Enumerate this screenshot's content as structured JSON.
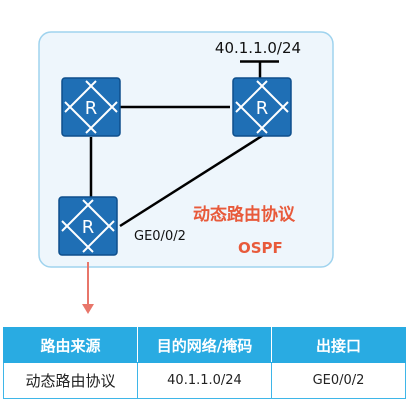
{
  "diagram": {
    "network_label": "40.1.1.0/24",
    "interface_label": "GE0/0/2",
    "protocol_title": "动态路由协议",
    "protocol_name": "OSPF",
    "router_glyph": "R",
    "colors": {
      "router_fill": "#1f6fb5",
      "router_border": "#0e4f8c",
      "area_fill": "#eef6fc",
      "area_border": "#9fd3ee",
      "highlight_text": "#e85a3b",
      "arrow": "#e8766a"
    },
    "icons": [
      "router-icon",
      "router-icon",
      "router-icon",
      "arrow-down-icon"
    ]
  },
  "route_table": {
    "headers": [
      "路由来源",
      "目的网络/掩码",
      "出接口"
    ],
    "rows": [
      [
        "动态路由协议",
        "40.1.1.0/24",
        "GE0/0/2"
      ]
    ]
  }
}
